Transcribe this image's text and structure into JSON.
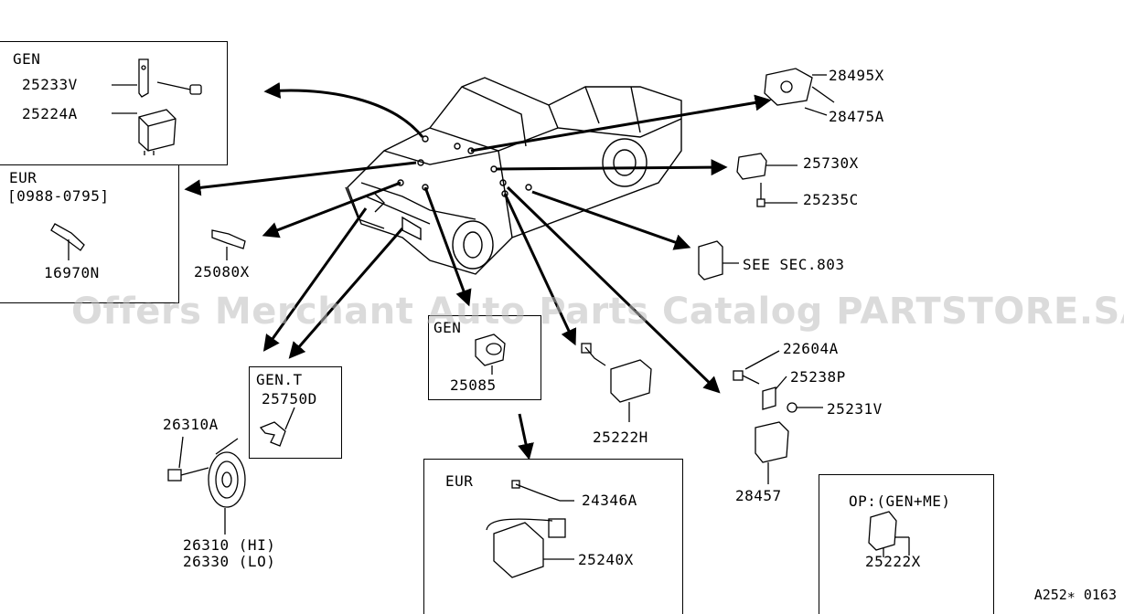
{
  "watermark": "Offers Merchant Auto Parts Catalog PARTSTORE.SA",
  "diagram_code": "A252∗ 0163",
  "boxes": {
    "gen_top": "GEN",
    "eur_left": "EUR",
    "eur_left_range": "[0988-0795]",
    "gen_mid": "GEN",
    "gen_t": "GEN.T",
    "eur_bottom": "EUR",
    "op": "OP:(GEN+ME)"
  },
  "parts": {
    "p25233V": "25233V",
    "p25224A": "25224A",
    "p16970N": "16970N",
    "p25080X": "25080X",
    "p28495X": "28495X",
    "p28475A": "28475A",
    "p25730X": "25730X",
    "p25235C": "25235C",
    "see_sec": "SEE SEC.803",
    "p25085": "25085",
    "p22604A": "22604A",
    "p25238P": "25238P",
    "p25231V": "25231V",
    "p26310A": "26310A",
    "p25750D": "25750D",
    "p25222H": "25222H",
    "p28457": "28457",
    "p26310_hi": "26310 (HI)",
    "p26330_lo": "26330 (LO)",
    "p24346A": "24346A",
    "p25240X": "25240X",
    "p25222X": "25222X"
  }
}
